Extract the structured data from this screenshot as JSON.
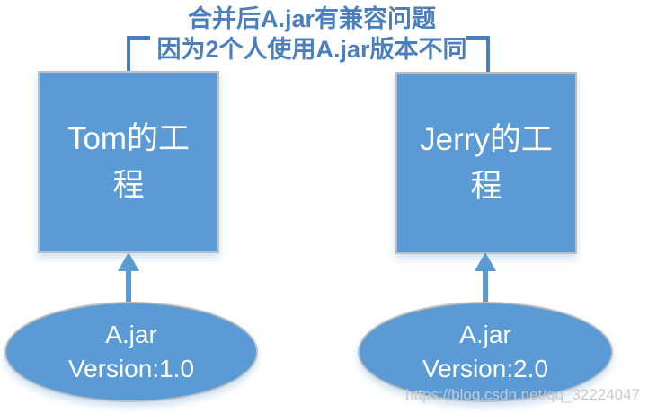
{
  "annotation": {
    "lines": [
      "合并后A.jar有兼容问题",
      "因为2个人使用A.jar版本不同"
    ]
  },
  "nodes": {
    "tom": {
      "lines": [
        "Tom的工",
        "程"
      ]
    },
    "jerry": {
      "lines": [
        "Jerry的工",
        "程"
      ]
    },
    "jar1": {
      "lines": [
        "A.jar",
        "Version:1.0"
      ]
    },
    "jar2": {
      "lines": [
        "A.jar",
        "Version:2.0"
      ]
    }
  },
  "watermark": {
    "text": "https://blog.csdn.net/qq_32224047"
  },
  "colors": {
    "shape_fill": "#5B9BD5",
    "shape_border": "#BCBEC0",
    "annotation_text": "#4A7EBD",
    "bracket": "#4A7EBD",
    "arrow": "#5B9BD5",
    "node_text": "#FFFFFF",
    "watermark_text": "#C9C9C9"
  }
}
